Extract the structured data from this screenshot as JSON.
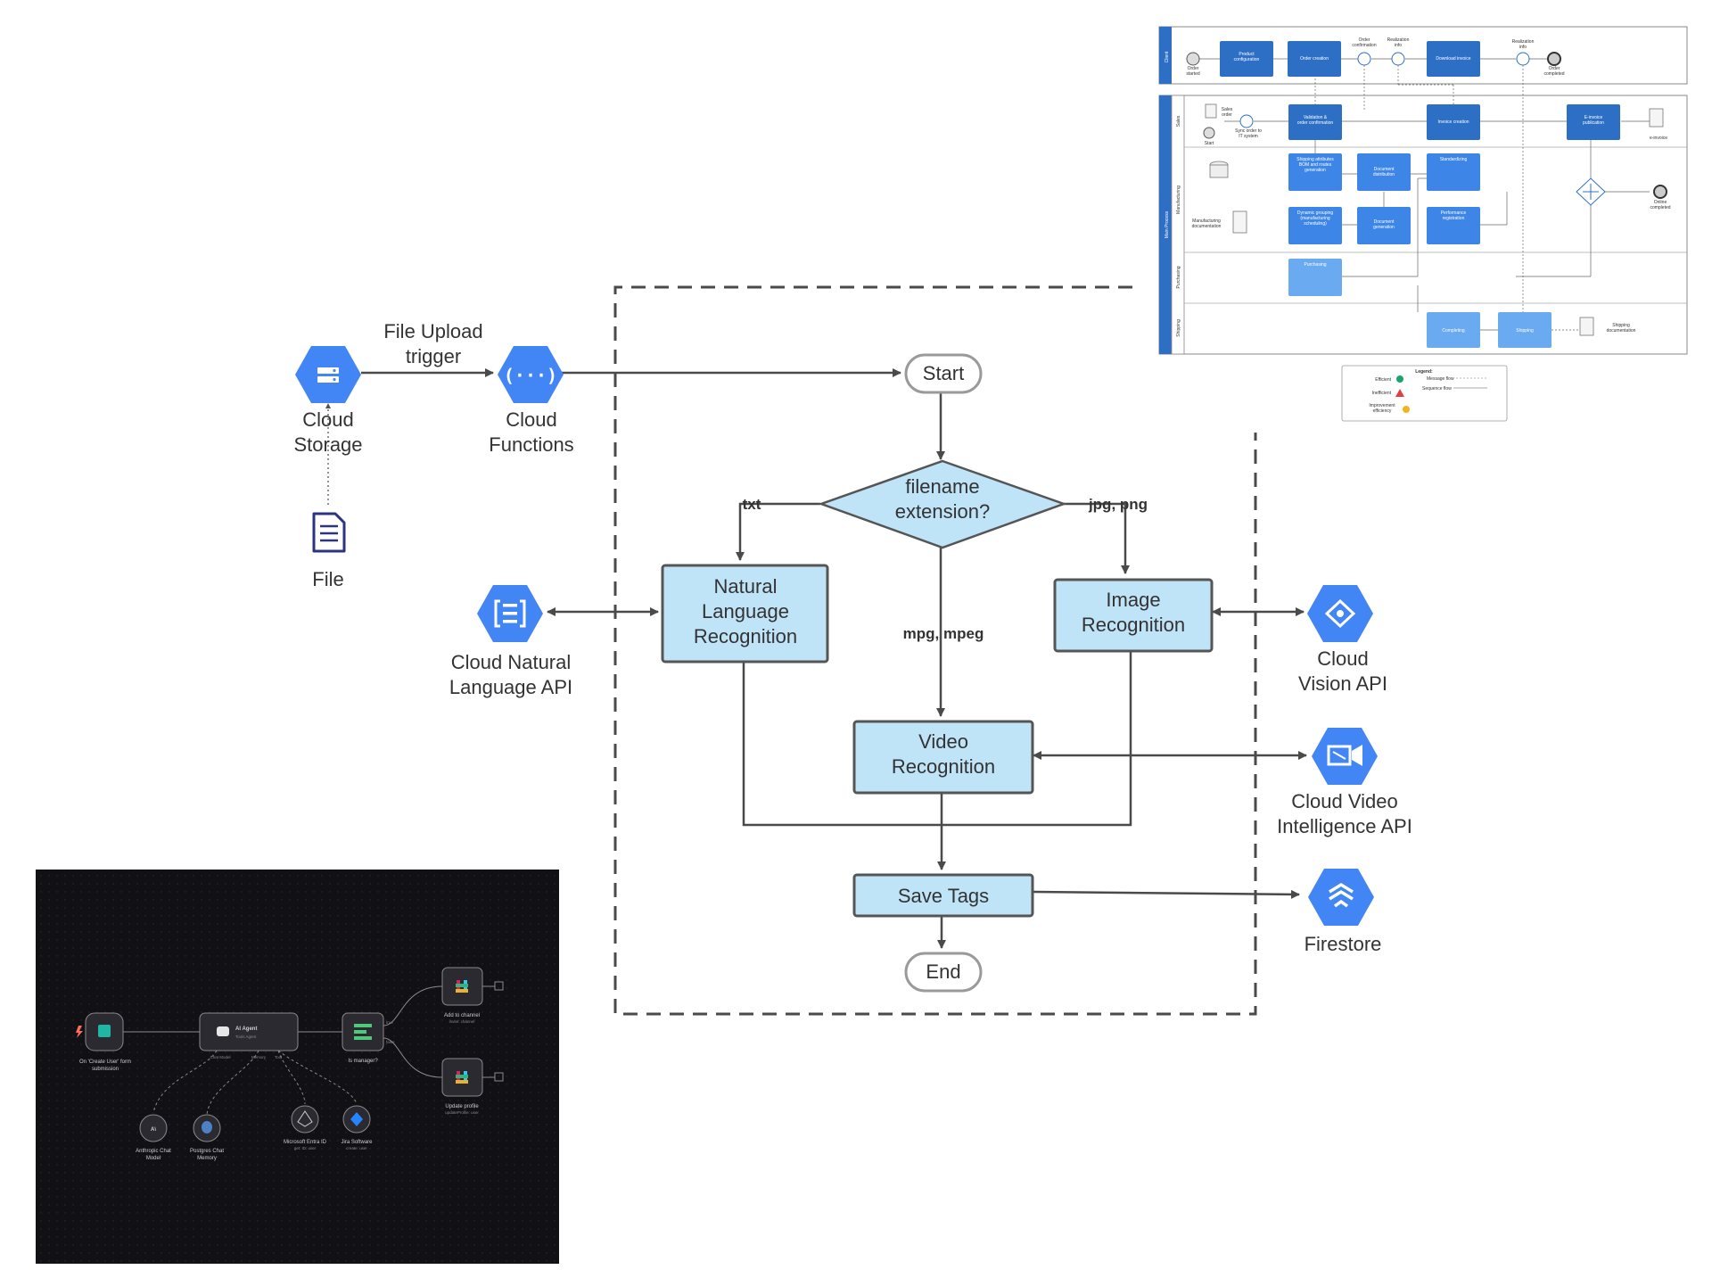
{
  "colors": {
    "gcp_blue": "#4285f4",
    "process_fill": "#bfe3f7",
    "process_stroke": "#555555",
    "bpmn_task": "#2d6fc4",
    "bpmn_task_light": "#6aaaf0",
    "dark_canvas": "#111014"
  },
  "main": {
    "cloud_storage": "Cloud\nStorage",
    "file": "File",
    "upload_trigger": "File Upload\ntrigger",
    "cloud_functions": "Cloud\nFunctions",
    "start": "Start",
    "decision": "filename\nextension?",
    "branch_txt": "txt",
    "branch_img": "jpg, png",
    "branch_video": "mpg, mpeg",
    "nlr": "Natural\nLanguage\nRecognition",
    "imgrec": "Image\nRecognition",
    "vidrec": "Video\nRecognition",
    "save_tags": "Save Tags",
    "end": "End",
    "nl_api": "Cloud Natural\nLanguage API",
    "vision_api": "Cloud\nVision API",
    "video_api": "Cloud Video\nIntelligence API",
    "firestore": "Firestore"
  },
  "bpmn": {
    "lanes": {
      "client": "Client",
      "sales": "Sales",
      "manufacturing": "Manufacturing",
      "main_process": "Main Process",
      "purchasing": "Purchasing",
      "shipping": "Shipping"
    },
    "events": {
      "order_started": "Order\nstarted",
      "order_confirmation": "Order\nconfirmation",
      "realization_info": "Realization\ninfo",
      "realization_info2": "Realization\ninfo",
      "order_completed": "Order\ncompleted",
      "sales_order": "Sales\norder",
      "sync_it": "Sync order to\nIT system",
      "start": "Start",
      "online_completed": "Online\ncompleted"
    },
    "tasks": {
      "product_config": "Product\nconfiguration",
      "order_creation": "Order creation",
      "download_invoice": "Download invoice",
      "validation": "Validation &\norder confirmation",
      "invoice_creation": "Invoice creation",
      "einvoice": "E-invoice\npublication",
      "shipping_attr": "Shipping attributes\nBOM and routes\ngeneration",
      "doc_distribution": "Document\ndistribution",
      "standardizing": "Standardizing",
      "dynamic_grouping": "Dynamic grouping\n(manufacturing\nscheduling)",
      "doc_generation": "Document\ngeneration",
      "perf_reg": "Performance\nregistration",
      "purchasing": "Purchasing",
      "completing": "Completing",
      "shipping": "Shipping"
    },
    "docs": {
      "einvoice_doc": "e-invoice",
      "manufacturing_doc": "Manufacturing\ndocumentation",
      "shipping_doc": "Shipping\ndocumentation"
    },
    "legend": {
      "title": "Legend:",
      "efficient": "Efficient",
      "inefficient": "Inefficient",
      "improvement": "Improvement\nefficiency",
      "message_flow": "Message flow",
      "sequence_flow": "Sequence flow"
    }
  },
  "n8n": {
    "trigger": "On 'Create User' form\nsubmission",
    "agent_title": "AI Agent",
    "agent_sub": "Tools Agent",
    "agent_ports": [
      "Chat Model",
      "Memory",
      "Tool"
    ],
    "switch": "Is manager?",
    "switch_true": "true",
    "switch_false": "false",
    "add_channel": "Add to channel",
    "add_channel_sub": "invite: channel",
    "update_profile": "Update profile",
    "update_profile_sub": "updateProfile: user",
    "anthropic": "Anthropic Chat\nModel",
    "anthropic_glyph": "A\\",
    "postgres": "Postgres Chat\nMemory",
    "entra": "Microsoft Entra ID",
    "entra_sub": "get: ID: user",
    "jira": "Jira Software",
    "jira_sub": "create: user"
  }
}
